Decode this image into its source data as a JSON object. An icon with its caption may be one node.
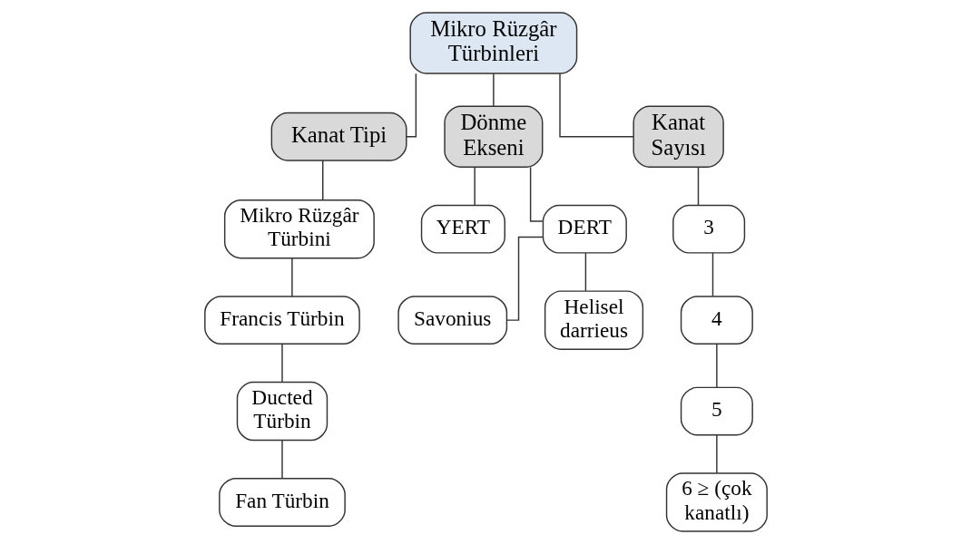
{
  "diagram": {
    "nodes": [
      {
        "text": [
          "Mikro Rüzgâr Türbinleri"
        ]
      },
      {
        "text": [
          "Kanat Tipi"
        ]
      },
      {
        "text": [
          "Dönme Ekseni"
        ]
      },
      {
        "text": [
          "Kanat Sayısı"
        ]
      },
      {
        "text": [
          "Mikro Rüzgâr Türbini"
        ]
      },
      {
        "text": [
          "Francis Türbin"
        ]
      },
      {
        "text": [
          "Ducted Türbin"
        ]
      },
      {
        "text": [
          "Fan Türbin"
        ]
      },
      {
        "text": [
          "YERT"
        ]
      },
      {
        "text": [
          "DERT"
        ]
      },
      {
        "text": [
          "Savonius"
        ]
      },
      {
        "text": [
          "Helisel darrieus"
        ]
      },
      {
        "text": [
          "3"
        ]
      },
      {
        "text": [
          "4"
        ]
      },
      {
        "text": [
          "5"
        ]
      },
      {
        "text": [
          "6 ≥ (çok kanatlı)"
        ]
      }
    ],
    "edges": [
      {
        "from": 0,
        "to": 1,
        "arrow": "none"
      },
      {
        "from": 0,
        "to": 2,
        "arrow": "none"
      },
      {
        "from": 0,
        "to": 3,
        "arrow": "none"
      },
      {
        "from": 1,
        "to": 4,
        "arrow": "none"
      },
      {
        "from": 4,
        "to": 5,
        "arrow": "none"
      },
      {
        "from": 5,
        "to": 6,
        "arrow": "none"
      },
      {
        "from": 6,
        "to": 7,
        "arrow": "none"
      },
      {
        "from": 2,
        "to": 8,
        "arrow": "none"
      },
      {
        "from": 2,
        "to": 9,
        "arrow": "none"
      },
      {
        "from": 9,
        "to": 10,
        "arrow": "none"
      },
      {
        "from": 9,
        "to": 11,
        "arrow": "none"
      },
      {
        "from": 3,
        "to": 12,
        "arrow": "none"
      },
      {
        "from": 12,
        "to": 13,
        "arrow": "none"
      },
      {
        "from": 13,
        "to": 14,
        "arrow": "none"
      },
      {
        "from": 14,
        "to": 15,
        "arrow": "none"
      }
    ]
  }
}
